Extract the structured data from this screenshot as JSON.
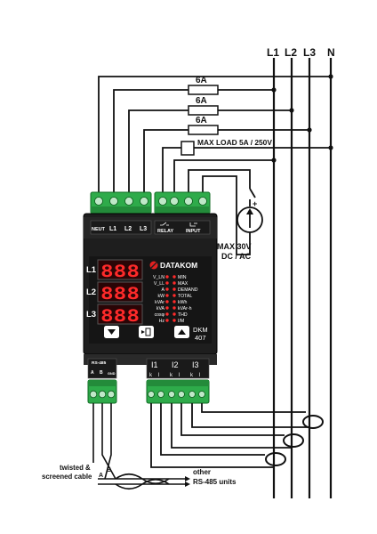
{
  "lines": {
    "l1": "L1",
    "l2": "L2",
    "l3": "L3",
    "n": "N"
  },
  "fuses": {
    "f1": "6A",
    "f2": "6A",
    "f3": "6A"
  },
  "relay_note": "MAX LOAD 5A / 250V",
  "input_note": {
    "line1": "MAX 30V",
    "line2": "DC / AC"
  },
  "top_terminals": {
    "neut": "NEUT",
    "l1": "L1",
    "l2": "L2",
    "l3": "L3",
    "relay": "RELAY",
    "input": "INPUT"
  },
  "display": {
    "rows": [
      {
        "label": "L1",
        "digits": "888"
      },
      {
        "label": "L2",
        "digits": "888"
      },
      {
        "label": "L3",
        "digits": "888"
      }
    ],
    "brand": "DATAKOM",
    "model_line1": "DKM",
    "model_line2": "407",
    "left_indicators": [
      "V_LN",
      "V_LL",
      "A",
      "kW",
      "kVAr",
      "kVA",
      "cosφ",
      "Hz"
    ],
    "right_indicators": [
      "MIN",
      "MAX",
      "DEMAND",
      "TOTAL",
      "kWh",
      "kVAr-h",
      "THD",
      "I/M"
    ]
  },
  "bottom_terminals": {
    "rs485": "RS-485",
    "a": "A",
    "b": "B",
    "gnd": "GND",
    "i1": "I1",
    "i2": "I2",
    "i3": "I3",
    "k": "k",
    "l": "l"
  },
  "cable_note": {
    "line1": "twisted &",
    "line2": "screened cable",
    "a": "A",
    "b": "B"
  },
  "other_note": {
    "line1": "other",
    "line2": "RS-485 units"
  },
  "colors": {
    "device_body": "#1e1e1e",
    "terminal_green": "#2eab4a",
    "display_red": "#ff2a2a",
    "wire": "#111111"
  }
}
